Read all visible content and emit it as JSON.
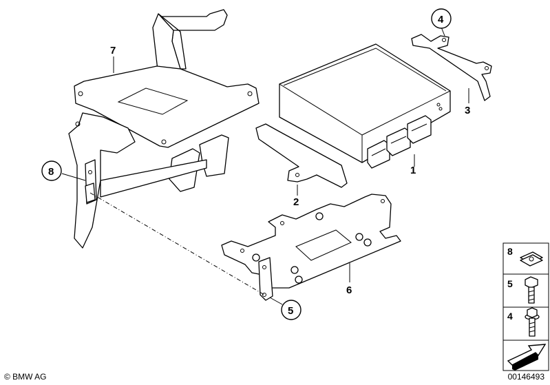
{
  "callouts": {
    "p1": "1",
    "p2": "2",
    "p3": "3",
    "p4": "4",
    "p5": "5",
    "p6": "6",
    "p7": "7",
    "p8": "8"
  },
  "legend": {
    "items": [
      {
        "number": "8",
        "icon": "clip-nut-icon"
      },
      {
        "number": "5",
        "icon": "hex-bolt-icon"
      },
      {
        "number": "4",
        "icon": "flange-bolt-icon"
      },
      {
        "number": "",
        "icon": "direction-arrow-icon"
      }
    ]
  },
  "footer": {
    "brand": "© BMW AG",
    "doc_number": "00146493"
  }
}
